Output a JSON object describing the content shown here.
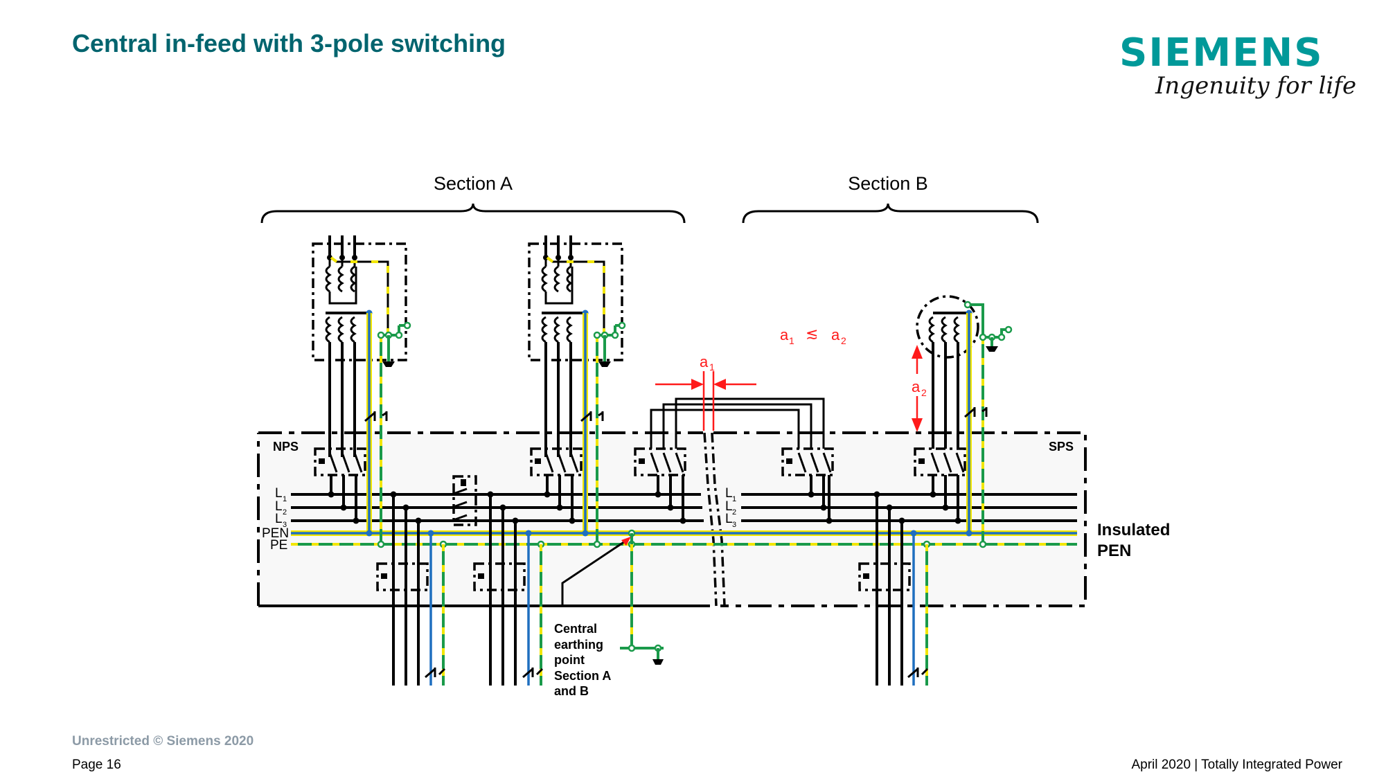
{
  "slide": {
    "title": "Central in-feed with 3-pole switching",
    "brand": {
      "logo_text": "SIEMENS",
      "tagline": "Ingenuity for life",
      "logo_color": "#009999",
      "title_color": "#00646e"
    },
    "footer": {
      "classification": "Unrestricted © Siemens 2020",
      "page": "Page 16",
      "date_and_topic": "April 2020 | Totally Integrated Power"
    }
  },
  "diagram": {
    "sections": [
      {
        "label": "Section A"
      },
      {
        "label": "Section B"
      }
    ],
    "switchboards": {
      "left": "NPS",
      "right": "SPS"
    },
    "bus_labels": {
      "l1": "L",
      "l1_sub": "1",
      "l2": "L",
      "l2_sub": "2",
      "l3": "L",
      "l3_sub": "3",
      "pen": "PEN",
      "pe": "PE"
    },
    "right_label": {
      "line1": "Insulated",
      "line2": "PEN"
    },
    "dimensions": {
      "a1": "a",
      "a1_sub": "1",
      "a2": "a",
      "a2_sub": "2",
      "relation_left": "a",
      "relation_left_sub": "1",
      "relation_symbol": "≲",
      "relation_right": "a",
      "relation_right_sub": "2"
    },
    "annotation": {
      "lines": [
        "Central",
        "earthing",
        "point",
        "Section A",
        "and B"
      ]
    },
    "colors": {
      "phase": "#000000",
      "pen_blue": "#1f6fbf",
      "earth_green": "#1a9a4a",
      "earth_yellow": "#f2e600",
      "dimension_red": "#ff1a1a",
      "panel_fill": "#f8f8f8"
    }
  }
}
